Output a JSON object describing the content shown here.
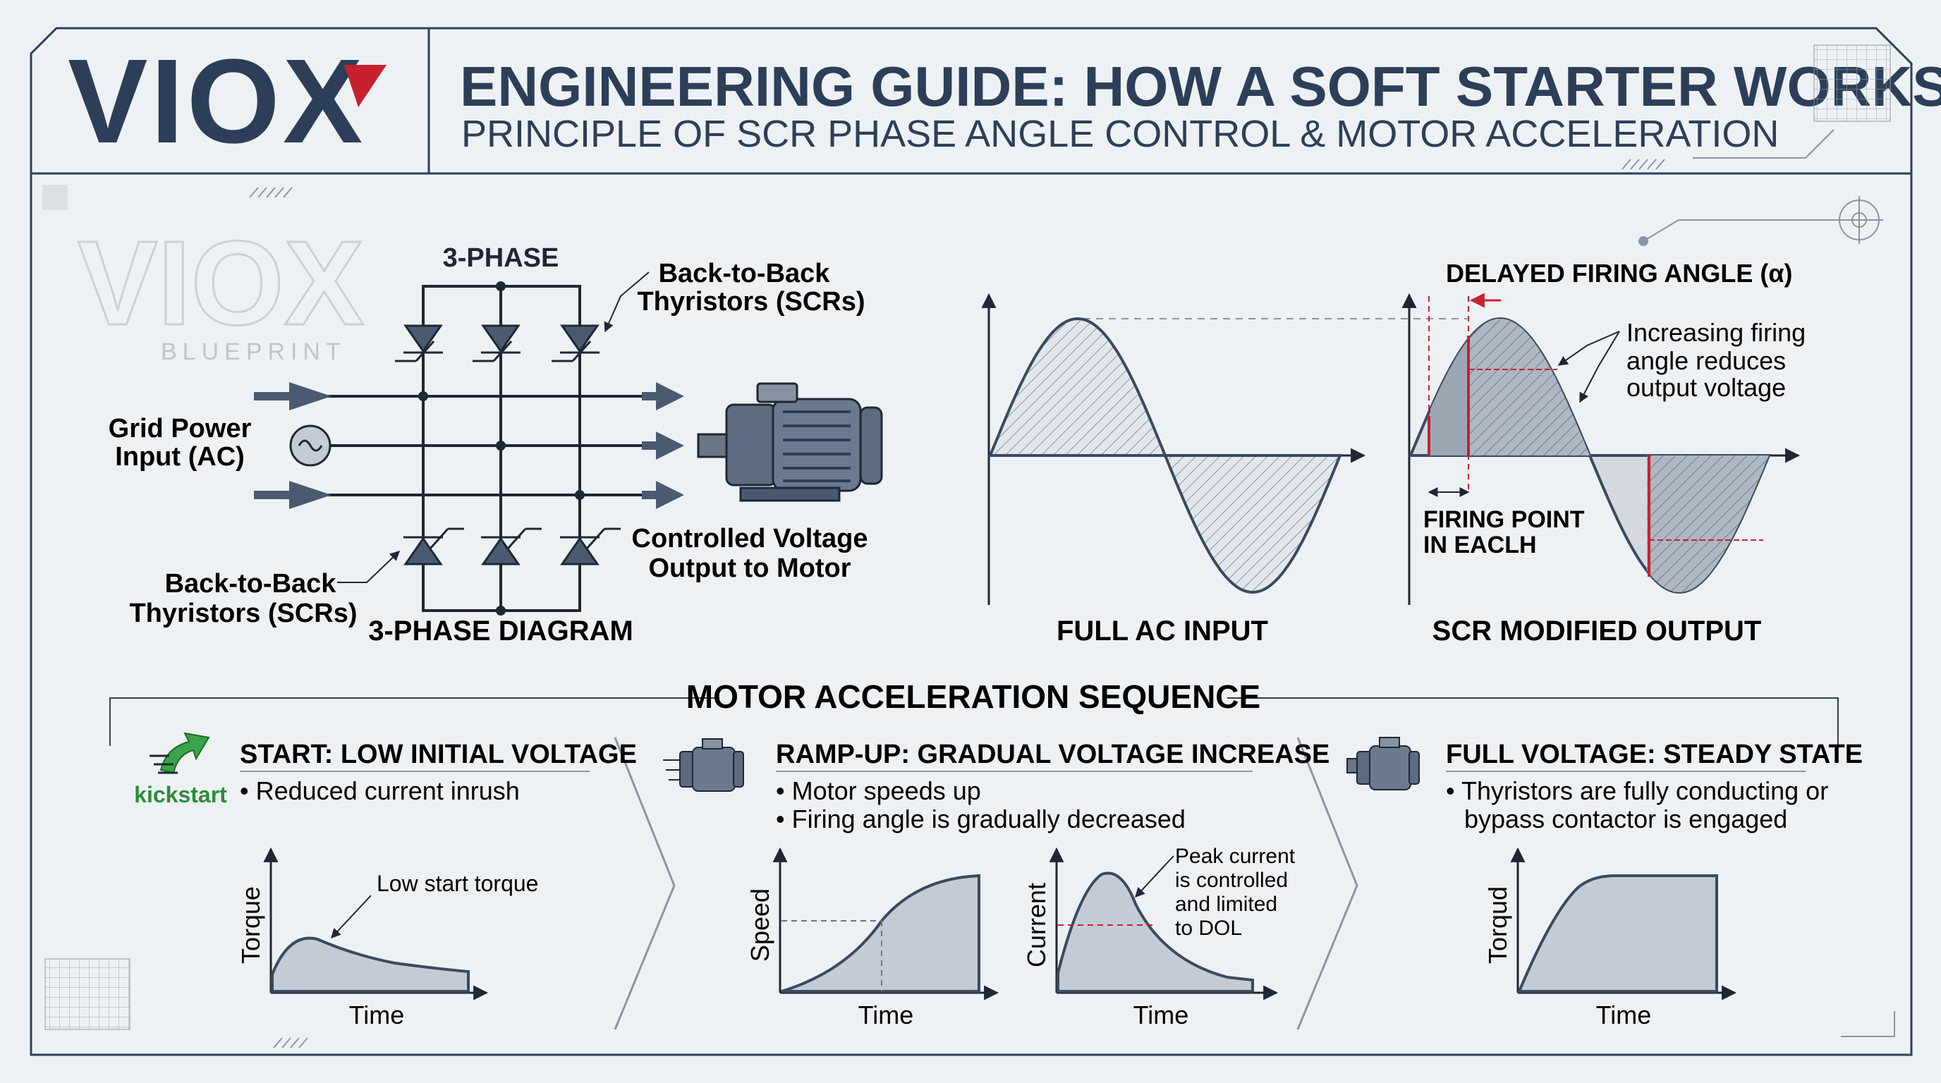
{
  "header": {
    "logo": "VIOX",
    "title": "ENGINEERING GUIDE: HOW A SOFT STARTER WORKS",
    "subtitle": "PRINCIPLE OF SCR PHASE ANGLE CONTROL & MOTOR ACCELERATION"
  },
  "watermark": {
    "logo": "VIOX",
    "tag": "BLUEPRINT"
  },
  "circuit": {
    "phase_label": "3-PHASE",
    "top_scr_label_1": "Back-to-Back",
    "top_scr_label_2": "Thyristors (SCRs)",
    "grid_label_1": "Grid Power",
    "grid_label_2": "Input (AC)",
    "bottom_scr_label_1": "Back-to-Back",
    "bottom_scr_label_2": "Thyristors (SCRs)",
    "output_label_1": "Controlled Voltage",
    "output_label_2": "Output to Motor",
    "caption": "3-PHASE DIAGRAM"
  },
  "waveforms": {
    "full_ac_caption": "FULL AC INPUT",
    "scr_caption": "SCR MODIFIED OUTPUT",
    "firing_angle_label": "DELAYED FIRING ANGLE (α)",
    "increasing_note_1": "Increasing firing",
    "increasing_note_2": "angle reduces",
    "increasing_note_3": "output voltage",
    "firing_point_1": "FIRING POINT",
    "firing_point_2": "IN EACLH"
  },
  "sequence": {
    "title": "MOTOR ACCELERATION SEQUENCE",
    "stages": [
      {
        "title": "START: LOW INITIAL VOLTAGE",
        "icon_label": "kickstart",
        "bullets": [
          "Reduced current inrush"
        ],
        "chart_ylabel": "Torque",
        "chart_xlabel": "Time",
        "annotation": "Low start torque"
      },
      {
        "title": "RAMP-UP: GRADUAL VOLTAGE INCREASE",
        "bullets": [
          "Motor speeds up",
          "Firing angle is gradually decreased"
        ],
        "chart1_ylabel": "Speed",
        "chart1_xlabel": "Time",
        "chart2_ylabel": "Current",
        "chart2_xlabel": "Time",
        "annotation_lines": [
          "Peak current",
          "is controlled",
          "and limited",
          "to DOL"
        ]
      },
      {
        "title": "FULL VOLTAGE: STEADY STATE",
        "bullets_lines": [
          "Thyristors are fully conducting or",
          "bypass contactor is engaged"
        ],
        "chart_ylabel": "Torqud",
        "chart_xlabel": "Time"
      }
    ]
  },
  "colors": {
    "navy": "#2d3f58",
    "red": "#c8202f",
    "green": "#2e8b3a",
    "fill": "#c4cbd5",
    "background": "#eef1f4"
  }
}
